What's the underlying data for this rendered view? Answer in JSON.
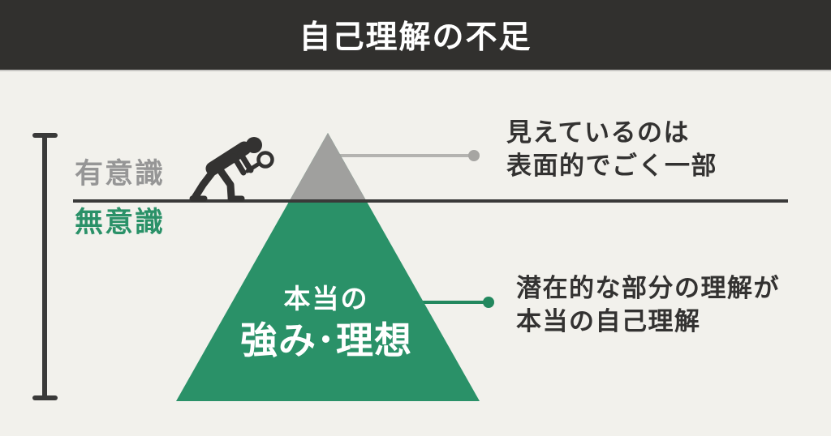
{
  "header": {
    "title": "自己理解の不足"
  },
  "labels": {
    "conscious": "有意識",
    "unconscious": "無意識"
  },
  "pyramid": {
    "line1": "本当の",
    "line2": "強み･理想"
  },
  "callouts": {
    "surface": {
      "lines": [
        "見えているのは",
        "表面的でごく一部"
      ]
    },
    "latent": {
      "lines": [
        "潜在的な部分の理解が",
        "本当の自己理解"
      ]
    }
  },
  "icons": {
    "person_magnifier": "person-bending-with-magnifying-glass",
    "bracket": "vertical-range-bracket"
  },
  "colors": {
    "background": "#f2f1ec",
    "header_bg": "#31302e",
    "header_text": "#ffffff",
    "green": "#2a9168",
    "green_dark": "#23885e",
    "gray_tip": "#a0a09e",
    "gray_text": "#969696",
    "dark": "#333231",
    "connector_gray": "#b4b3b0",
    "dot_gray": "#a6a5a2"
  }
}
